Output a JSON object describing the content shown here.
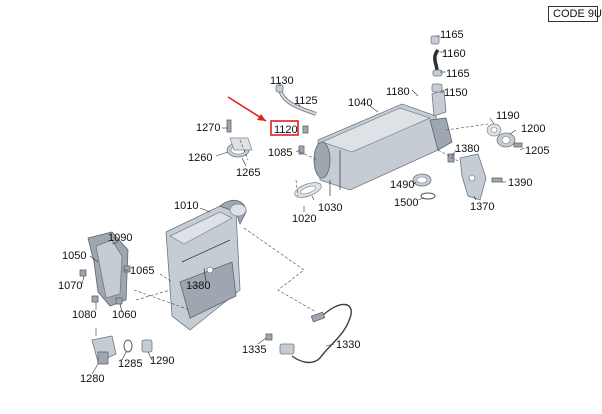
{
  "code_label": "CODE 9U",
  "highlight_color": "#e0201e",
  "highlighted_callout": "1120",
  "callouts": {
    "c1165a": "1165",
    "c1160": "1160",
    "c1165b": "1165",
    "c1180": "1180",
    "c1150": "1150",
    "c1130": "1130",
    "c1125": "1125",
    "c1040": "1040",
    "c1270": "1270",
    "c1120": "1120",
    "c1190": "1190",
    "c1200": "1200",
    "c1205": "1205",
    "c1260": "1260",
    "c1085": "1085",
    "c1380a": "1380",
    "c1265": "1265",
    "c1390": "1390",
    "c1490": "1490",
    "c1500": "1500",
    "c1370": "1370",
    "c1030": "1030",
    "c1020": "1020",
    "c1010": "1010",
    "c1090": "1090",
    "c1050": "1050",
    "c1065": "1065",
    "c1070": "1070",
    "c1380b": "1380",
    "c1080": "1080",
    "c1060": "1060",
    "c1335": "1335",
    "c1330": "1330",
    "c1285": "1285",
    "c1290": "1290",
    "c1280": "1280"
  }
}
